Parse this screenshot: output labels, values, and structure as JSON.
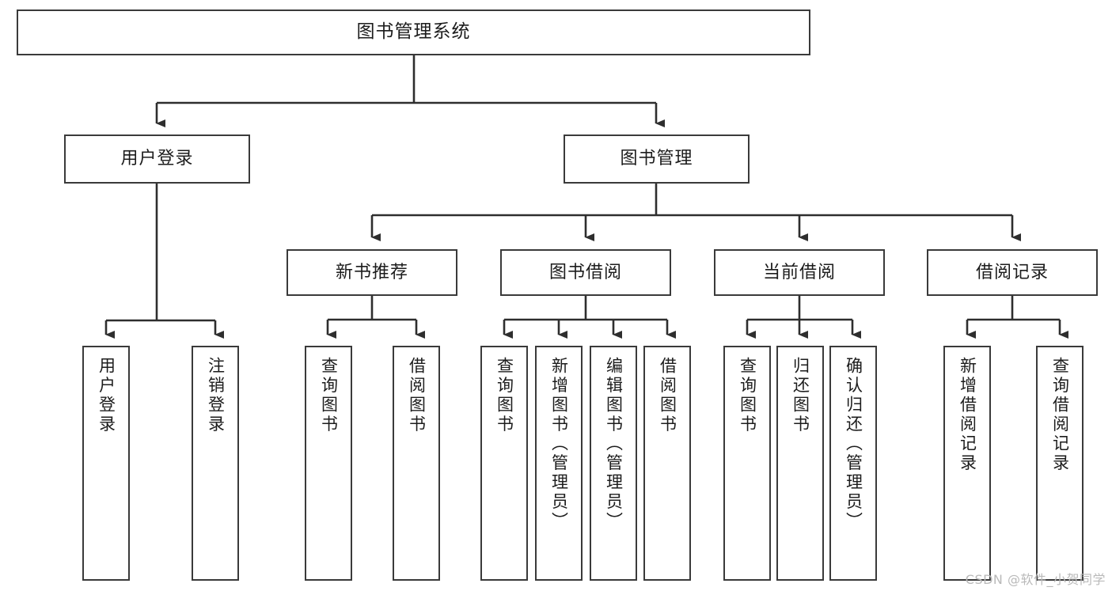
{
  "diagram": {
    "type": "tree",
    "title": "图书管理系统",
    "orientation": "top-down",
    "colors": {
      "box_border": "#3a3a3a",
      "box_fill": "#ffffff",
      "connector": "#2e2e2e",
      "text": "#1c1c1c",
      "watermark": "#b9b9b9",
      "background": "#ffffff"
    }
  },
  "nodes": {
    "root": {
      "label": "图书管理系统"
    },
    "level2": [
      {
        "id": "user-login",
        "label": "用户登录"
      },
      {
        "id": "book-manage",
        "label": "图书管理"
      }
    ],
    "level3": [
      {
        "id": "new-book-recommend",
        "label": "新书推荐"
      },
      {
        "id": "book-borrow",
        "label": "图书借阅"
      },
      {
        "id": "current-borrow",
        "label": "当前借阅"
      },
      {
        "id": "borrow-record",
        "label": "借阅记录"
      }
    ],
    "leaves": {
      "user-login": [
        {
          "id": "leaf-user-login",
          "label": "用户登录"
        },
        {
          "id": "leaf-user-logout",
          "label": "注销登录"
        }
      ],
      "new-book-recommend": [
        {
          "id": "leaf-query-book-1",
          "label": "查询图书"
        },
        {
          "id": "leaf-borrow-book-1",
          "label": "借阅图书"
        }
      ],
      "book-borrow": [
        {
          "id": "leaf-query-book-2",
          "label": "查询图书"
        },
        {
          "id": "leaf-add-book",
          "label": "新增图书（管理员）"
        },
        {
          "id": "leaf-edit-book",
          "label": "编辑图书（管理员）"
        },
        {
          "id": "leaf-borrow-book-2",
          "label": "借阅图书"
        }
      ],
      "current-borrow": [
        {
          "id": "leaf-query-book-3",
          "label": "查询图书"
        },
        {
          "id": "leaf-return-book",
          "label": "归还图书"
        },
        {
          "id": "leaf-confirm-return",
          "label": "确认归还（管理员）"
        }
      ],
      "borrow-record": [
        {
          "id": "leaf-add-record",
          "label": "新增借阅记录"
        },
        {
          "id": "leaf-query-record",
          "label": "查询借阅记录"
        }
      ]
    }
  },
  "watermark": {
    "text": "CSDN @软件_小贺同学"
  }
}
